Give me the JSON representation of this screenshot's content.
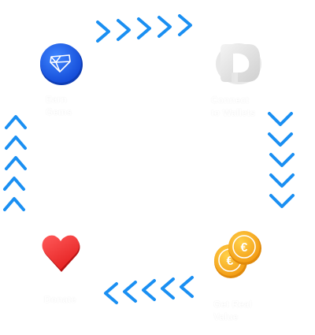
{
  "colors": {
    "arrow": "#1a8ff2",
    "earn_gems_icon": "#1a5ff2",
    "heart_icon": "#f23c3c",
    "coin_icon": "#f7a81d",
    "connect_icon": "#d8d8d8"
  },
  "nodes": {
    "earn_gems": {
      "icon": "gem-icon",
      "label_line1": "Earn",
      "label_line2": "Gems"
    },
    "connect_wallets": {
      "icon": "wallet-connect-icon",
      "label_line1": "Connect",
      "label_line2": "to Wallets"
    },
    "get_real_value": {
      "icon": "euro-coins-icon",
      "label_line1": "Get Real",
      "label_line2": "Value"
    },
    "donate": {
      "icon": "heart-icon",
      "label_line1": "Donate"
    }
  },
  "arrows": {
    "top": {
      "direction": "right",
      "count": 5
    },
    "right": {
      "direction": "down",
      "count": 5
    },
    "bottom": {
      "direction": "left",
      "count": 5
    },
    "left": {
      "direction": "up",
      "count": 5
    }
  }
}
